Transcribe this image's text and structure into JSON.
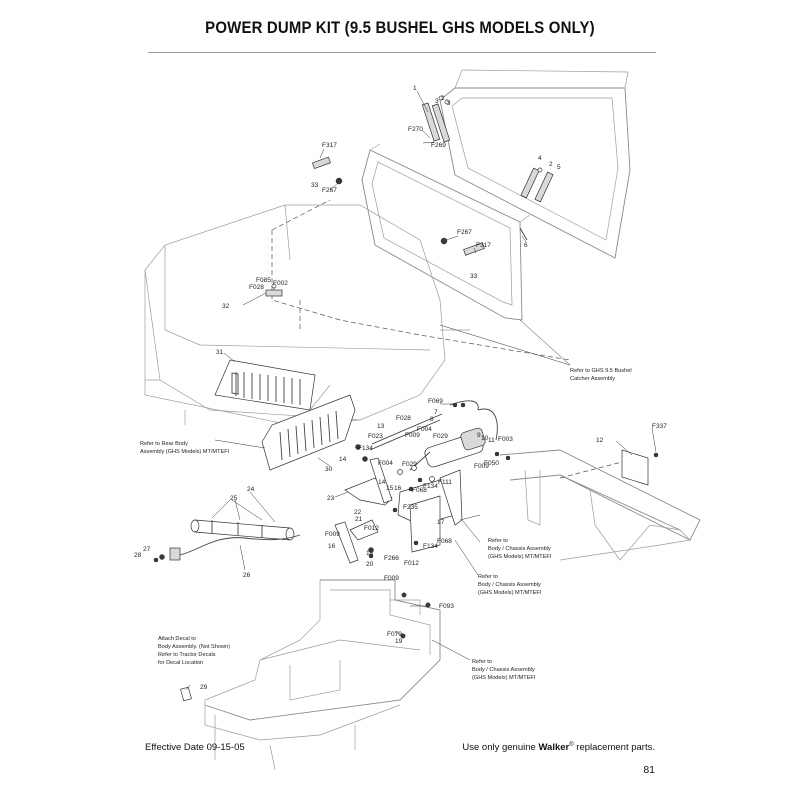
{
  "page": {
    "title": "POWER DUMP KIT (9.5 BUSHEL GHS MODELS ONLY)",
    "effective_date": "Effective Date 09-15-05",
    "footer_prefix": "Use only genuine ",
    "brand": "Walker",
    "registered_mark": "®",
    "footer_suffix": " replacement parts.",
    "page_number": "81"
  },
  "callouts": {
    "c1": "1",
    "c2a": "2",
    "c3a": "3",
    "c3b": "3",
    "c2b": "2",
    "c4": "4",
    "c5": "5",
    "c6": "6",
    "f270": "F270",
    "f269": "F269",
    "f317a": "F317",
    "c33a": "33",
    "f267a": "F267",
    "f267b": "F267",
    "f317b": "F317",
    "c33b": "33",
    "f085": "F085",
    "f028a": "F028",
    "f002": "F002",
    "c32": "32",
    "c31": "31",
    "c30": "30",
    "f069": "F069",
    "f028b": "F028",
    "c13": "13",
    "c7": "7",
    "c8": "8",
    "f023": "F023",
    "f004a": "F004",
    "f009a": "F009",
    "f029a": "F029",
    "c9": "9",
    "c10": "10",
    "c11": "11",
    "f003": "F003",
    "f134a": "F134",
    "c14": "14",
    "f004b": "F004",
    "f029b": "F029",
    "f009b": "F009",
    "f050": "F050",
    "c12": "12",
    "f337": "F337",
    "f111": "F111",
    "c15": "15",
    "c16a": "16",
    "f068a": "F068",
    "f134b": "F134",
    "c23": "23",
    "c24": "24",
    "c25": "25",
    "c22": "22",
    "c21": "21",
    "f235": "F235",
    "c17": "17",
    "f012a": "F012",
    "f009c": "F009",
    "c16b": "16",
    "c18": "18",
    "c20": "20",
    "f266": "F266",
    "f012b": "F012",
    "f134c": "F134",
    "f068b": "F068",
    "c27": "27",
    "c28": "28",
    "c26": "26",
    "f009d": "F009",
    "f093": "F093",
    "f079": "F079",
    "c19": "19",
    "c29": "29"
  },
  "notes": {
    "ref_catcher_1": "Refer to GHS 9.5 Bushel",
    "ref_catcher_2": "Catcher Assembly",
    "ref_rear_1": "Refer to Rear Body",
    "ref_rear_2": "Assembly (GHS Models) MT/MTEFI",
    "ref_chassis_a1": "Refer to",
    "ref_chassis_a2": "Body / Chassis Assembly",
    "ref_chassis_a3": "(GHS Models) MT/MTEFI",
    "ref_chassis_b1": "Refer to",
    "ref_chassis_b2": "Body / Chassis Assembly",
    "ref_chassis_b3": "(GHS Models) MT/MTEFI",
    "ref_chassis_c1": "Refer to",
    "ref_chassis_c2": "Body / Chassis Assembly",
    "ref_chassis_c3": "(GHS Models) MT/MTEFI",
    "decal_1": "Attach Decal to",
    "decal_2": "Body Assembly. (Not Shown)",
    "decal_3": "Refer to Tractor Decals",
    "decal_4": "for Decal Location"
  }
}
